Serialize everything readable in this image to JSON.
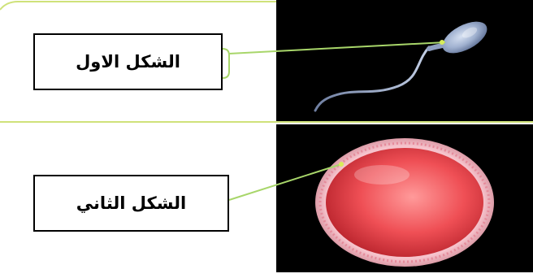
{
  "labels": {
    "first": "الشكل الاول",
    "second": "الشكل الثاني"
  },
  "images": {
    "top": {
      "subject": "sperm-cell",
      "background": "#000000"
    },
    "bottom": {
      "subject": "egg-cell",
      "background": "#000000"
    }
  },
  "colors": {
    "pointer_line": "#a8d66a",
    "frame_line": "#cfe27a",
    "sperm": "#9fb0cf",
    "egg_core": "#ef4f55",
    "egg_membrane": "#f3aab7"
  }
}
